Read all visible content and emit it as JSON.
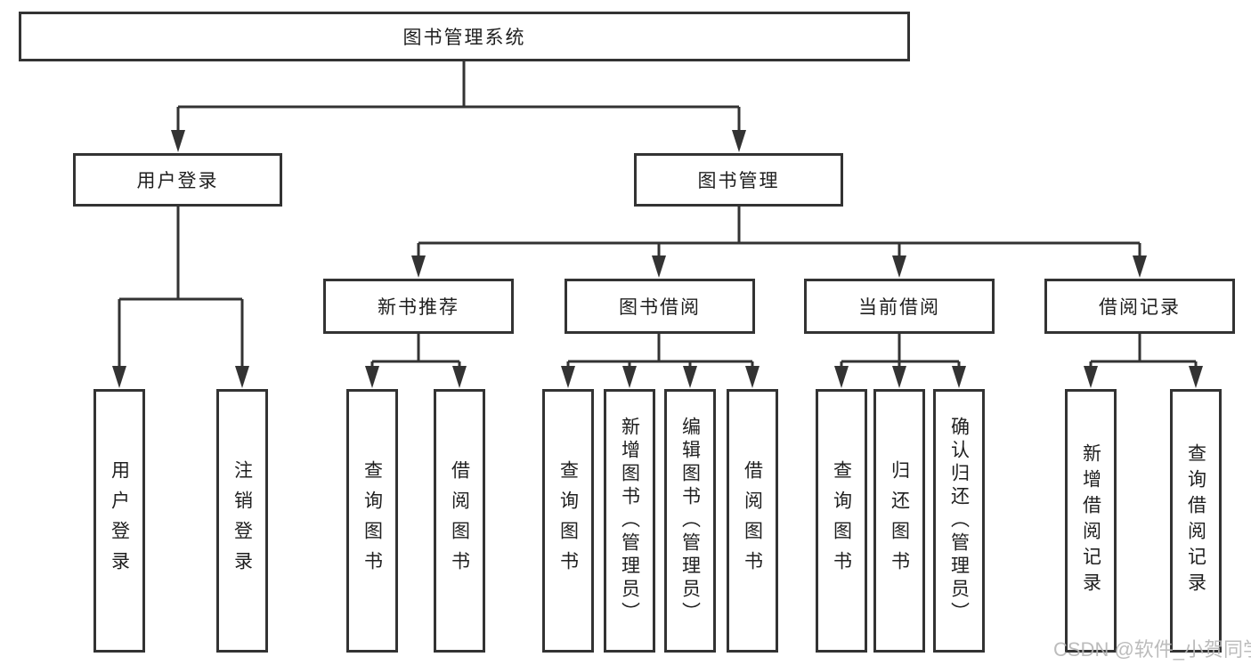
{
  "diagram": {
    "root": "图书管理系统",
    "user_login": {
      "label": "用户登录",
      "children": {
        "login": "用户登录",
        "logout": "注销登录"
      }
    },
    "book_management": {
      "label": "图书管理",
      "new_book_recommend": {
        "label": "新书推荐",
        "children": {
          "query_books": "查询图书",
          "borrow_books": "借阅图书"
        }
      },
      "book_borrow": {
        "label": "图书借阅",
        "children": {
          "query_books": "查询图书",
          "add_books": "新增图书（管理员）",
          "edit_books": "编辑图书（管理员）",
          "borrow_books": "借阅图书"
        }
      },
      "current_borrow": {
        "label": "当前借阅",
        "children": {
          "query_books": "查询图书",
          "return_books": "归还图书",
          "confirm_return": "确认归还（管理员）"
        }
      },
      "borrow_records": {
        "label": "借阅记录",
        "children": {
          "add_record": "新增借阅记录",
          "query_record": "查询借阅记录"
        }
      }
    }
  },
  "colors": {
    "line": "#333333",
    "text": "#1f1f1f",
    "watermark": "#b5b5b5",
    "background": "#ffffff"
  },
  "watermark": "CSDN @软件_小贺同学"
}
